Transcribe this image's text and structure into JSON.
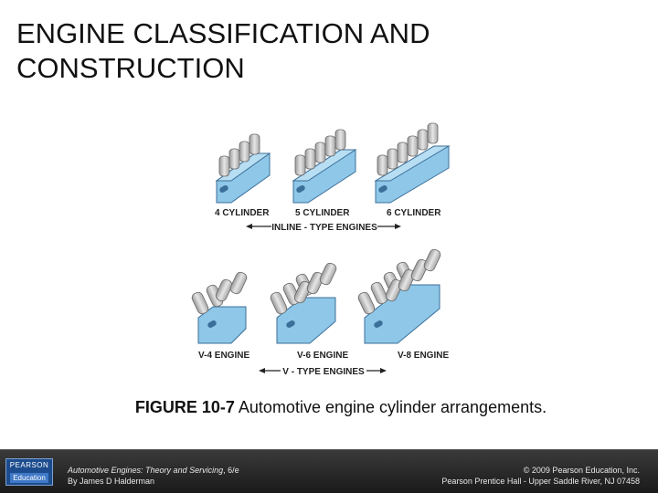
{
  "slide": {
    "title_line1": "ENGINE CLASSIFICATION AND",
    "title_line2": "CONSTRUCTION"
  },
  "figure": {
    "labels": {
      "four_cyl": "4 CYLINDER",
      "five_cyl": "5 CYLINDER",
      "six_cyl": "6 CYLINDER",
      "inline_group": "INLINE - TYPE ENGINES",
      "v4": "V-4 ENGINE",
      "v6": "V-6 ENGINE",
      "v8": "V-8 ENGINE",
      "v_group": "V - TYPE ENGINES"
    },
    "colors": {
      "block": "#8fc7e8",
      "block_dark": "#5a9cc8",
      "cylinder": "#c8c8c8"
    }
  },
  "caption": {
    "figure_number": "FIGURE 10-7",
    "text": " Automotive engine cylinder arrangements."
  },
  "footer": {
    "logo_top": "PEARSON",
    "logo_bottom": "Education",
    "book_title": "Automotive Engines: Theory and Servicing",
    "edition": ", 6/e",
    "author": "By James D Halderman",
    "copyright": "© 2009 Pearson Education, Inc.",
    "publisher": "Pearson Prentice Hall - Upper Saddle River, NJ 07458"
  }
}
